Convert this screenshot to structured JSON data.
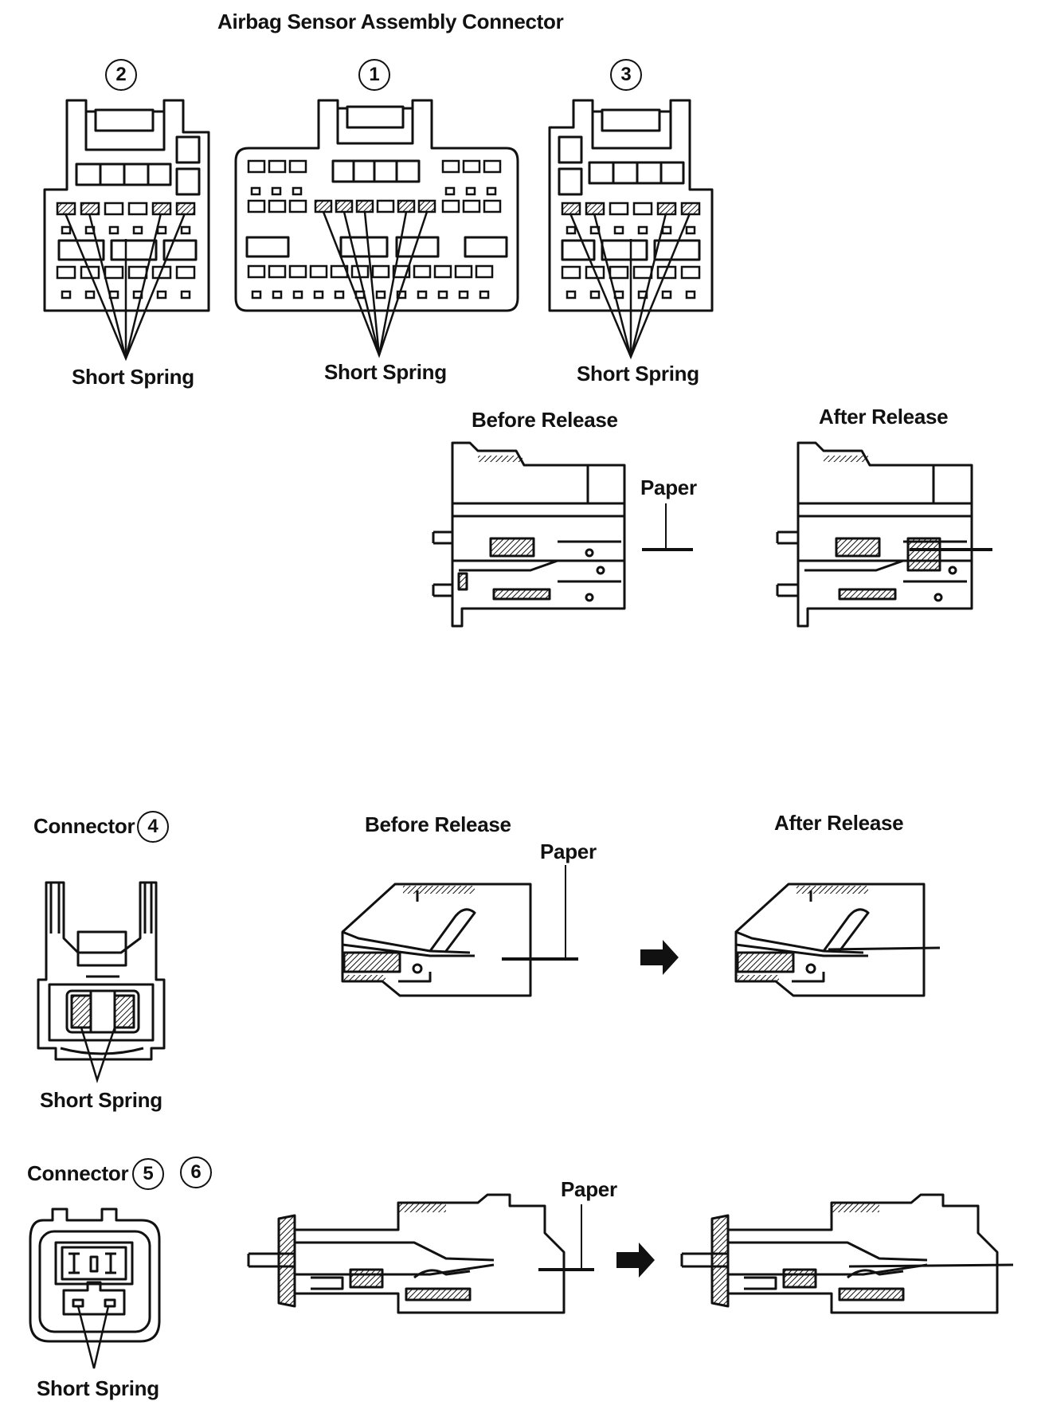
{
  "title": "Airbag Sensor Assembly Connector",
  "top": {
    "connectors": [
      {
        "number": "2",
        "spring_label": "Short Spring"
      },
      {
        "number": "1",
        "spring_label": "Short Spring"
      },
      {
        "number": "3",
        "spring_label": "Short Spring"
      }
    ],
    "before_label": "Before Release",
    "after_label": "After Release",
    "paper_label": "Paper"
  },
  "connector4": {
    "label": "Connector",
    "number": "4",
    "spring_label": "Short Spring",
    "before_label": "Before Release",
    "after_label": "After Release",
    "paper_label": "Paper"
  },
  "connector56": {
    "label": "Connector",
    "numbers": [
      "5",
      "6"
    ],
    "spring_label": "Short Spring",
    "paper_label": "Paper"
  }
}
